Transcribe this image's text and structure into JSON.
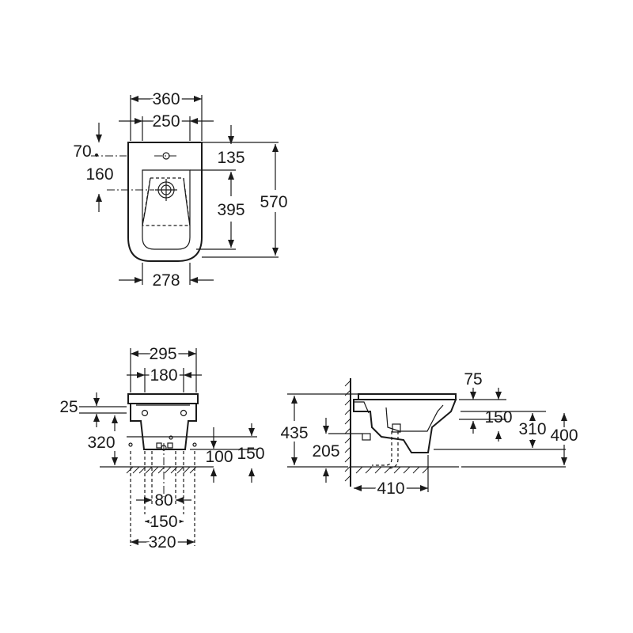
{
  "top_view": {
    "width_overall": "360",
    "width_inner": "250",
    "tap_offset": "70",
    "waste_offset": "160",
    "front_to_tap": "135",
    "tap_to_front": "395",
    "length_overall": "570",
    "width_bottom": "278"
  },
  "front_view": {
    "width_top": "295",
    "width_mid": "180",
    "rim_thickness": "25",
    "fixing_height": "320",
    "pipe_height_a": "100",
    "pipe_height_b": "150",
    "pipe_spacing": "80",
    "fixing_spacing": "150",
    "frame_width": "320"
  },
  "side_view": {
    "seat_gap": "75",
    "total_height": "435",
    "inlet_height": "205",
    "upper_to_outlet": "150",
    "outlet_to_top": "310",
    "floor_to_top": "400",
    "projection": "410"
  }
}
